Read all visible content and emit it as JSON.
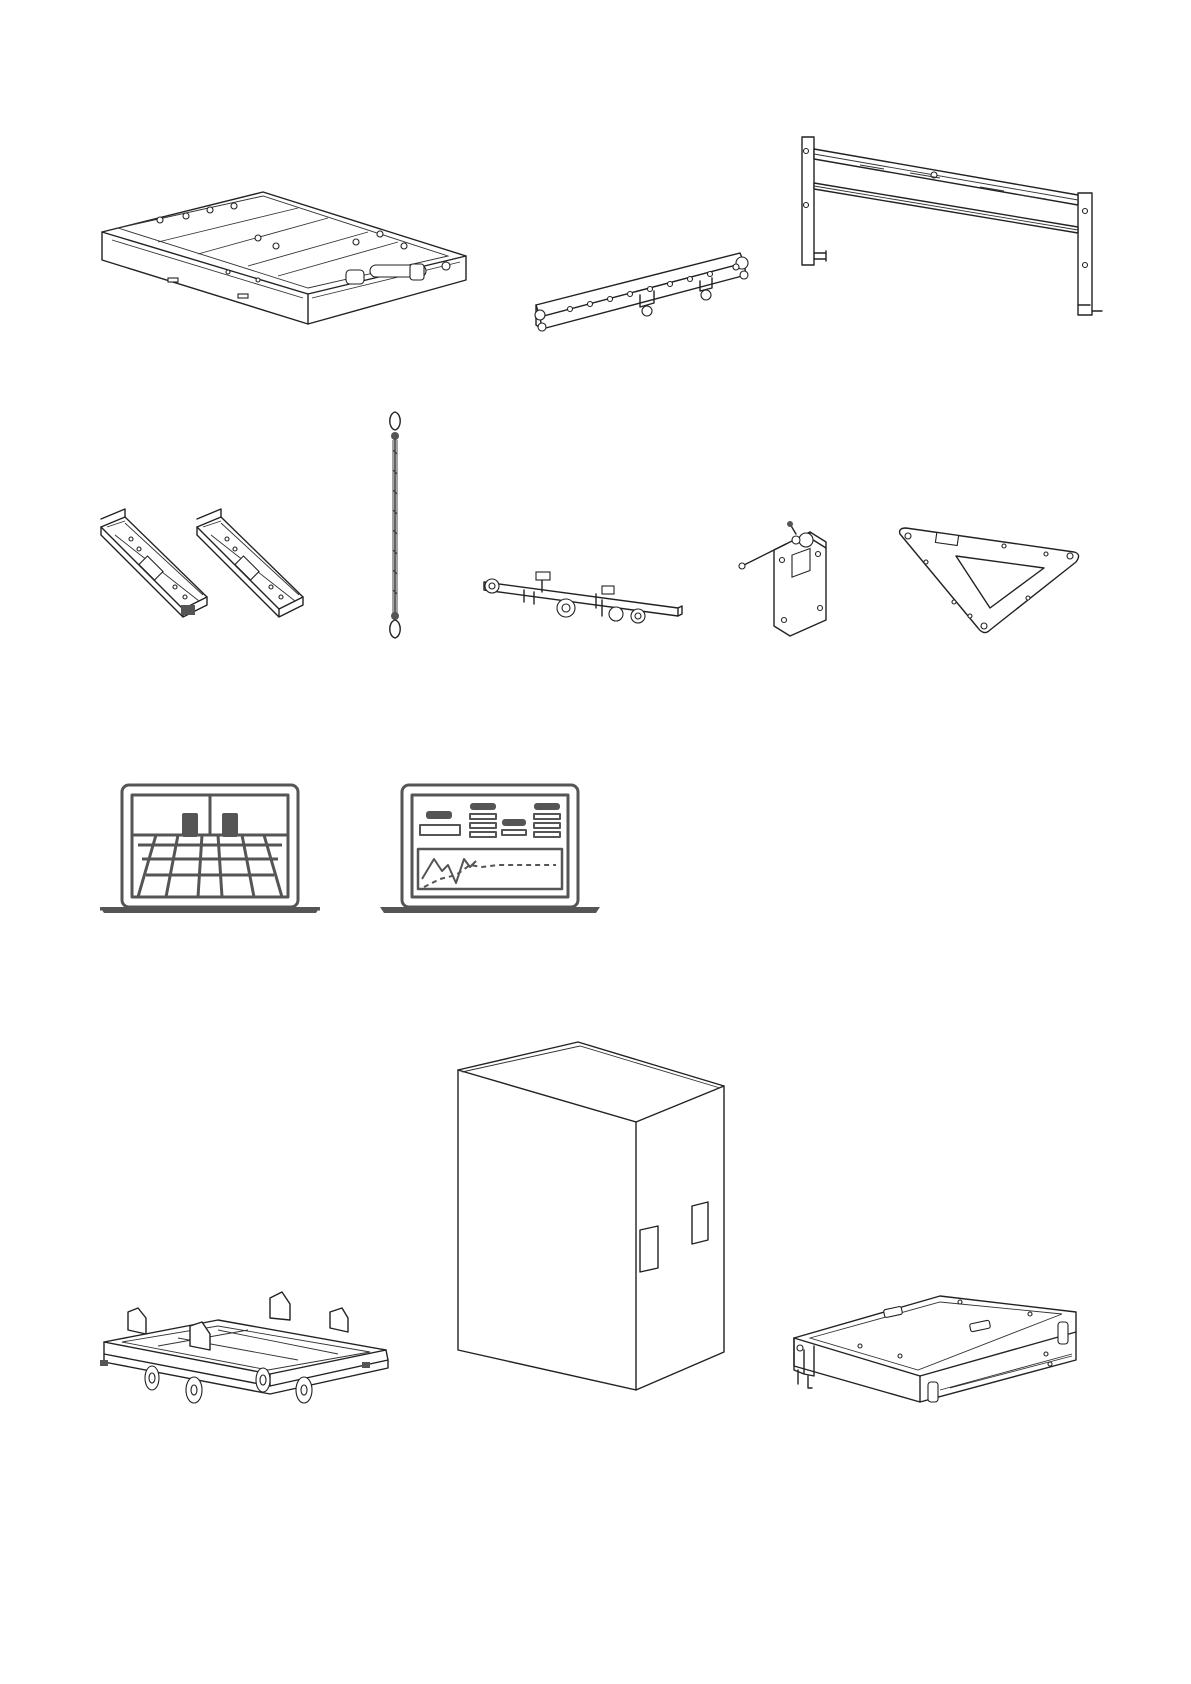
{
  "document": {
    "type": "accessory-illustration-sheet",
    "background": "#ffffff",
    "line_color": "#222222",
    "icon_fill": "#555555"
  },
  "rows": [
    {
      "name": "row-1",
      "items": [
        "speaker-cabinet-drawing",
        "rigging-bar-drawing",
        "flying-frame-drawing"
      ]
    },
    {
      "name": "row-2",
      "items": [
        "mounting-brackets-drawing",
        "safety-sling-drawing",
        "pole-adapter-bar-drawing",
        "wall-mount-plate-drawing",
        "triangle-plate-drawing"
      ]
    },
    {
      "name": "row-3",
      "items": [
        "simulation-software-icon",
        "control-software-icon"
      ]
    },
    {
      "name": "row-4",
      "items": [
        "transport-dolly-drawing",
        "protective-cover-drawing",
        "subwoofer-cabinet-drawing"
      ]
    }
  ]
}
